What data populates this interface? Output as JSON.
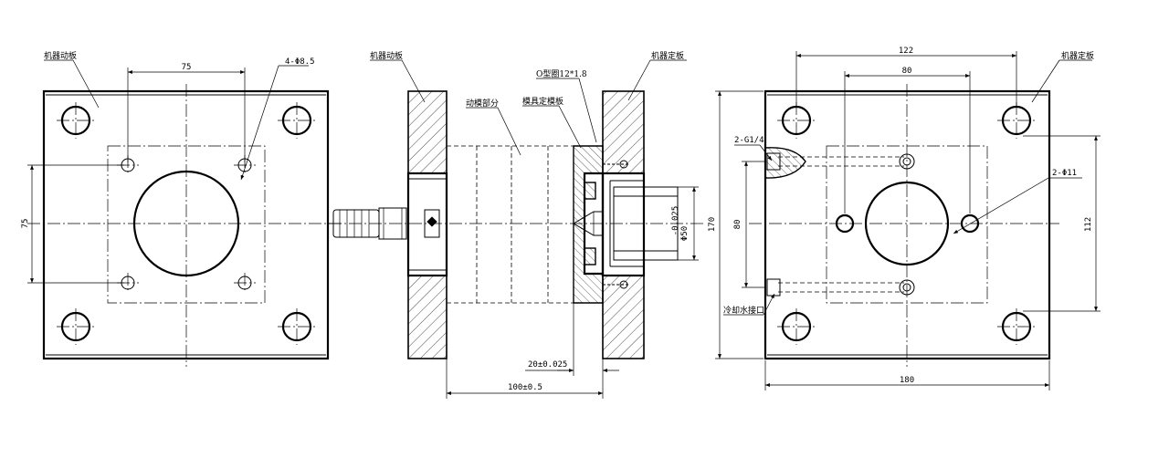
{
  "left_view": {
    "label_moving_plate": "机器动板",
    "dim_top": "75",
    "dim_holes": "4-Φ8.5",
    "dim_left": "75"
  },
  "section_view": {
    "label_moving_plate": "机器动板",
    "label_moving_mold": "动模部分",
    "label_fixed_mold_plate": "模具定模板",
    "label_oring": "O型圈12*1.8",
    "label_fixed_plate": "机器定板",
    "dim_diameter": "Φ50",
    "dim_diameter_tol": "-0.025",
    "dim_thickness": "20±0.025",
    "dim_total": "100±0.5"
  },
  "right_view": {
    "label_fixed_plate": "机器定板",
    "dim_top_outer": "122",
    "dim_top_inner": "80",
    "dim_thread": "2-G1/4",
    "dim_holes": "2-Φ11",
    "label_cooling": "冷却水接口",
    "dim_left_outer": "170",
    "dim_left_inner": "80",
    "dim_right": "112",
    "dim_bottom": "180"
  }
}
